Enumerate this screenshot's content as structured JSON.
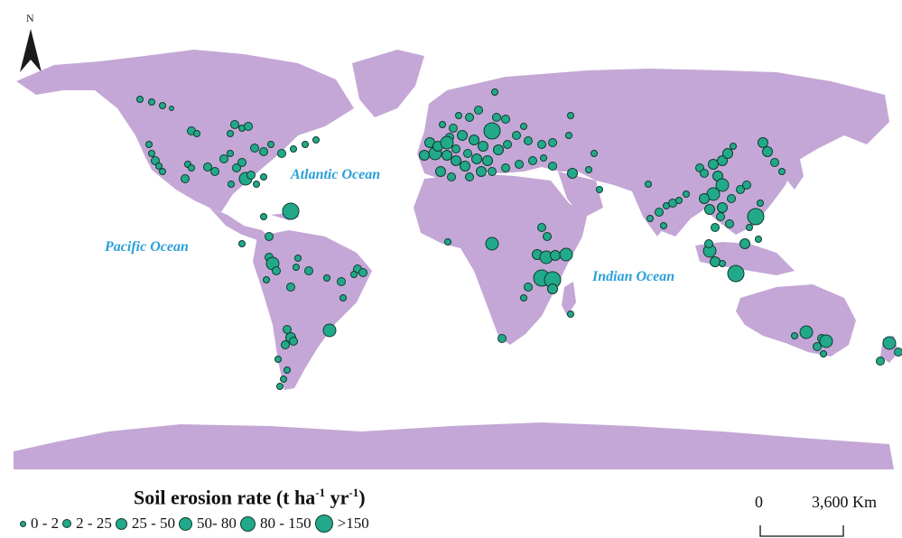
{
  "north_arrow": {
    "label": "N"
  },
  "ocean_labels": [
    {
      "name": "Atlantic Ocean"
    },
    {
      "name": "Pacific Ocean"
    },
    {
      "name": "Indian Ocean"
    }
  ],
  "legend": {
    "title_prefix": "Soil erosion rate (t ha",
    "exp1": "-1",
    "mid": " yr",
    "exp2": "-1",
    "suffix": ")",
    "classes": [
      {
        "label": "0 - 2"
      },
      {
        "label": "2 - 25"
      },
      {
        "label": "25 - 50"
      },
      {
        "label": "50- 80"
      },
      {
        "label": "80 - 150"
      },
      {
        "label": ">150"
      }
    ]
  },
  "scale_bar": {
    "zero": "0",
    "distance": "3,600 Km"
  },
  "colors": {
    "land": "#c4a7d6",
    "site_fill": "#22a98a",
    "site_stroke": "#0e3b2e",
    "ocean_text": "#2a9fd8"
  }
}
